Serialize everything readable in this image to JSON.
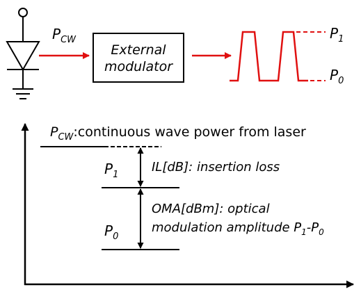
{
  "colors": {
    "signal": "#e01010",
    "ink": "#000000",
    "background": "#ffffff"
  },
  "top": {
    "input_power": {
      "main": "P",
      "sub": "CW"
    },
    "modulator_line1": "External",
    "modulator_line2": "modulator",
    "level_high": {
      "main": "P",
      "sub": "1"
    },
    "level_low": {
      "main": "P",
      "sub": "0"
    }
  },
  "bottom": {
    "cw_symbol": {
      "main": "P",
      "sub": "CW"
    },
    "cw_description": ":continuous wave power from laser",
    "p1_label": {
      "main": "P",
      "sub": "1"
    },
    "p0_label": {
      "main": "P",
      "sub": "0"
    },
    "il_label": "IL[dB]: insertion loss",
    "oma_line1": "OMA[dBm]: optical",
    "oma_line2_prefix": "modulation amplitude P",
    "oma_line2_sub1": "1",
    "oma_line2_mid": "-P",
    "oma_line2_sub2": "0"
  }
}
